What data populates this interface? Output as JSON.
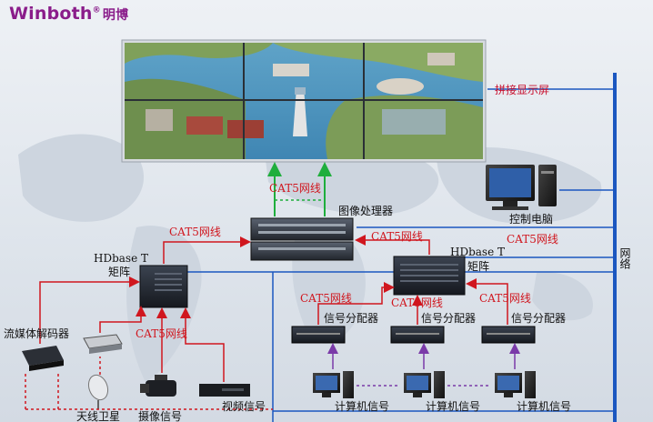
{
  "brand": {
    "name": "Winboth",
    "reg": "®",
    "cn": "明博"
  },
  "labels": {
    "video_wall": "拼接显示屏",
    "image_processor": "图像处理器",
    "control_pc": "控制电脑",
    "network": "网络",
    "hdbase_left_1": "HDbase T",
    "hdbase_left_2": "矩阵",
    "hdbase_right_1": "HDbase T",
    "hdbase_right_2": "矩阵",
    "stream_decoder": "流媒体解码器",
    "satellite": "天线卫星",
    "camera_signal": "摄像信号",
    "video_signal": "视频信号",
    "splitter": "信号分配器",
    "computer_signal": "计算机信号"
  },
  "cable": "CAT5网线"
}
